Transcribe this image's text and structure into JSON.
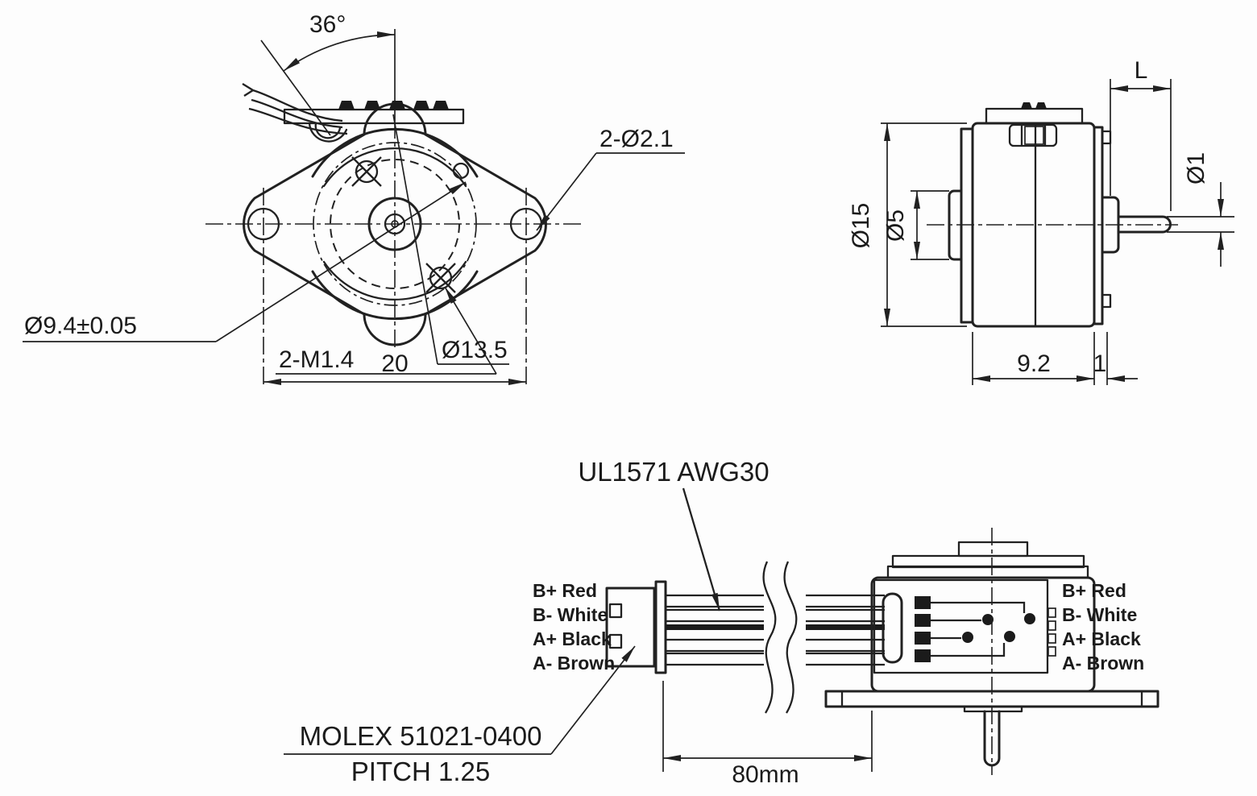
{
  "front_view": {
    "angle_label": "36°",
    "mount_holes_label": "2-Ø2.1",
    "pilot_diameter_label": "Ø9.4±0.05",
    "screw_thread_label": "2-M1.4",
    "bolt_circle_label": "Ø13.5",
    "hole_spacing_label": "20"
  },
  "side_view": {
    "body_diameter_label": "Ø15",
    "boss_diameter_label": "Ø5",
    "shaft_length_label": "L",
    "shaft_diameter_label": "Ø1",
    "body_length_label": "9.2",
    "flange_thickness_label": "1"
  },
  "cable_view": {
    "cable_spec_label": "UL1571 AWG30",
    "connector_label_line1": "MOLEX 51021-0400",
    "connector_label_line2": "PITCH 1.25",
    "cable_length_label": "80mm",
    "wires_left": [
      {
        "label": "B+ Red",
        "color": "#cf2b2b"
      },
      {
        "label": "B- White",
        "color": "#3a52cf"
      },
      {
        "label": "A+ Black",
        "color": "#2a2a2a"
      },
      {
        "label": "A- Brown",
        "color": "#9a4444"
      }
    ],
    "wires_right": [
      {
        "label": "B+ Red",
        "color": "#cf2b2b"
      },
      {
        "label": "B- White",
        "color": "#3a52cf"
      },
      {
        "label": "A+ Black",
        "color": "#2a2a2a"
      },
      {
        "label": "A- Brown",
        "color": "#9a4444"
      }
    ]
  },
  "colors": {
    "line": "#212121",
    "background": "#fdfdfd"
  }
}
